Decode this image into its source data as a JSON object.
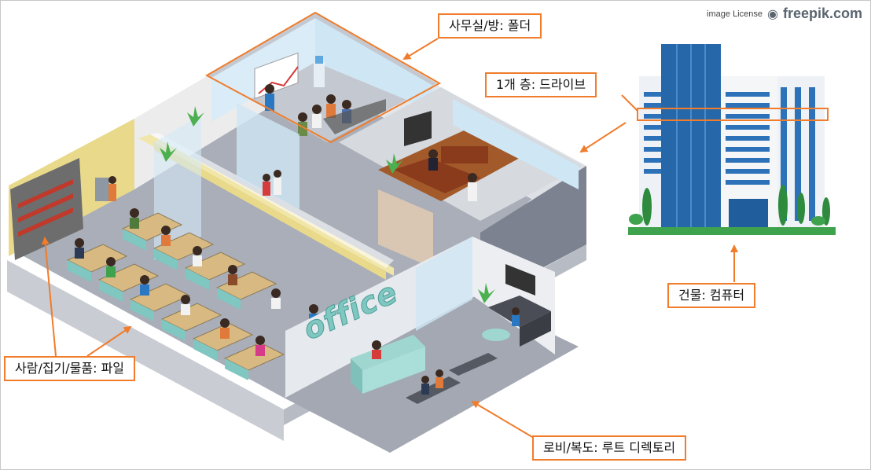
{
  "colors": {
    "accent": "#f07c2c",
    "floor": "#a8adb6",
    "wall": "#dfe3e8",
    "glass": "#cfe6f4",
    "tower_blue": "#1f5d9c",
    "grass": "#3fa34d"
  },
  "credit": {
    "license": "image License",
    "brand": "freepik.com"
  },
  "sign": {
    "text": "office"
  },
  "callouts": {
    "room": "사무실/방: 폴더",
    "floor": "1개 층: 드라이브",
    "building": "건물: 컴퓨터",
    "people": "사람/집기/물품: 파일",
    "lobby": "로비/복도: 루트 디렉토리"
  }
}
